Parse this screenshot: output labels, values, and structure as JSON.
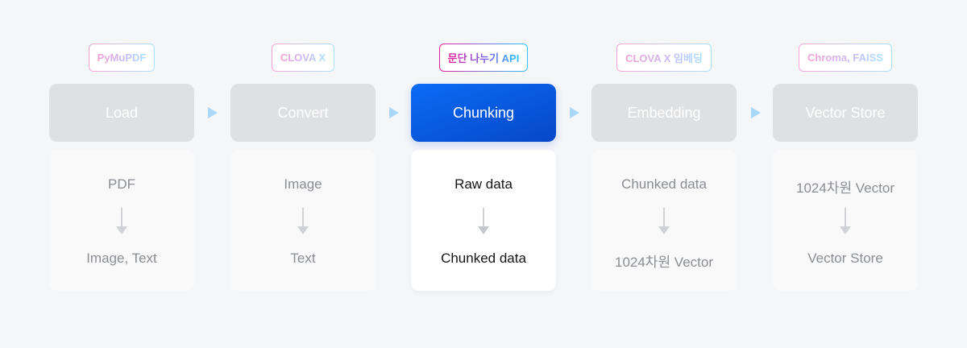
{
  "stages": [
    {
      "tag": "PyMuPDF",
      "title": "Load",
      "input": "PDF",
      "output": "Image, Text",
      "active": false
    },
    {
      "tag": "CLOVA X",
      "title": "Convert",
      "input": "Image",
      "output": "Text",
      "active": false
    },
    {
      "tag": "문단 나누기 API",
      "title": "Chunking",
      "input": "Raw data",
      "output": "Chunked data",
      "active": true
    },
    {
      "tag": "CLOVA X 임베딩",
      "title": "Embedding",
      "input": "Chunked data",
      "output": "1024차원 Vector",
      "active": false
    },
    {
      "tag": "Chroma, FAISS",
      "title": "Vector Store",
      "input": "1024차원 Vector",
      "output": "Vector Store",
      "active": false
    }
  ],
  "colors": {
    "background": "#f5f6f8",
    "header_inactive": "#dfe0e1",
    "header_active": "#0a5fe8",
    "arrow_right": "#a8d8f8",
    "arrow_down": "#d0d2d5"
  },
  "icons": {
    "between_stages": "right-triangle-arrow-icon",
    "inside_card": "down-arrow-icon"
  }
}
